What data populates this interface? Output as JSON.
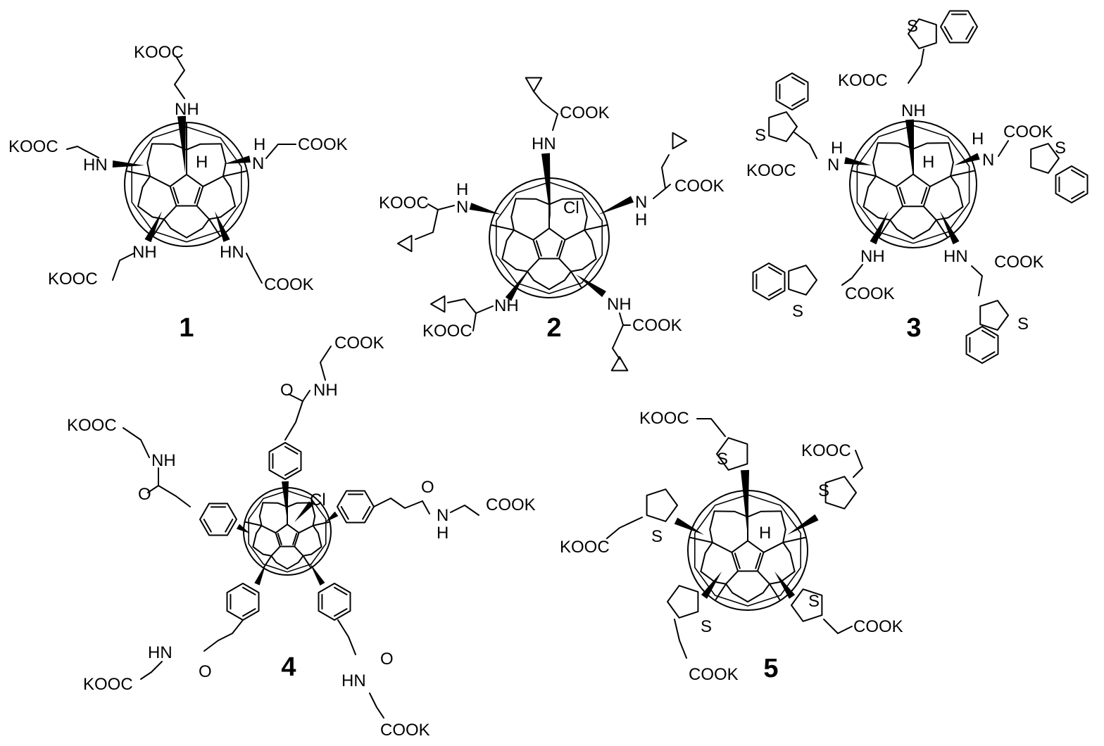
{
  "compounds": [
    {
      "number": "1",
      "labels": {
        "top_acid": "KOOC",
        "top_nh": "NH",
        "left_acid": "KOOC",
        "left_hn": "HN",
        "right_h": "H",
        "right_n": "N",
        "right_acid": "COOK",
        "core_h": "H",
        "bl_nh": "NH",
        "bl_acid": "KOOC",
        "br_hn": "HN",
        "br_acid": "COOK"
      }
    },
    {
      "number": "2",
      "labels": {
        "top_acid": "COOK",
        "top_hn": "HN",
        "left_acid": "KOOC",
        "left_h": "H",
        "left_n": "N",
        "right_n": "N",
        "right_h": "H",
        "right_acid": "COOK",
        "core_cl": "Cl",
        "bl_nh": "NH",
        "bl_acid": "KOOC",
        "br_nh": "NH",
        "br_acid": "COOK"
      }
    },
    {
      "number": "3",
      "labels": {
        "top_s": "S",
        "top_acid": "KOOC",
        "top_nh": "NH",
        "left_s": "S",
        "left_h": "H",
        "left_n": "N",
        "left_acid": "KOOC",
        "core_h": "H",
        "right_n": "N",
        "right_h": "H",
        "right_acid": "COOK",
        "right_s": "S",
        "bl_nh": "NH",
        "bl_acid": "COOK",
        "bl_s": "S",
        "br_hn": "HN",
        "br_acid": "COOK",
        "br_s": "S"
      }
    },
    {
      "number": "4",
      "labels": {
        "top_acid": "COOK",
        "top_nh": "NH",
        "top_o": "O",
        "left_acid": "KOOC",
        "left_nh": "NH",
        "left_o": "O",
        "core_cl": "Cl",
        "right_o": "O",
        "right_n": "N",
        "right_h": "H",
        "right_acid": "COOK",
        "bl_hn": "HN",
        "bl_o": "O",
        "bl_acid": "KOOC",
        "br_o": "O",
        "br_hn": "HN",
        "br_acid": "COOK"
      }
    },
    {
      "number": "5",
      "labels": {
        "top_acid": "KOOC",
        "top_s": "S",
        "right_acid": "KOOC",
        "right_s": "S",
        "left_s": "S",
        "left_acid": "KOOC",
        "core_h": "H",
        "bl_s": "S",
        "bl_acid": "COOK",
        "br_s": "S",
        "br_acid": "COOK"
      }
    }
  ],
  "colors": {
    "ink": "#000000",
    "background": "#ffffff"
  }
}
